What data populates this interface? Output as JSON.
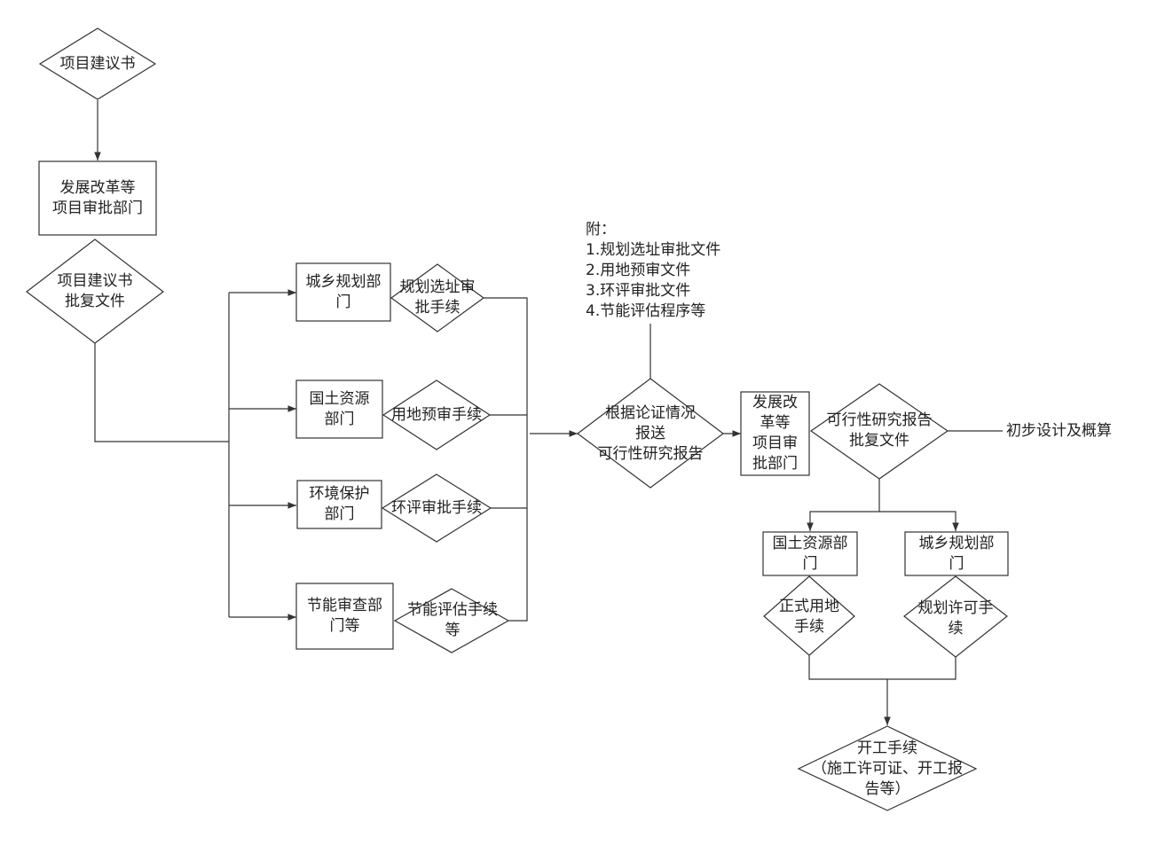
{
  "nodes": {
    "n_proposal": "项目建议书",
    "n_dev1": "发展改革等\n项目审批部门",
    "n_reply": "项目建议书\n批复文件",
    "n_urban1": "城乡规划部\n门",
    "n_site": "规划选址审\n批手续",
    "n_land1": "国土资源\n部门",
    "n_landpre": "用地预审手续",
    "n_env": "环境保护\n部门",
    "n_eia": "环评审批手续",
    "n_energy": "节能审查部\n门等",
    "n_energyeval": "节能评估手续\n等",
    "n_submit": "根据论证情况\n报送\n可行性研究报告",
    "n_dev2": "发展改\n革等\n项目审\n批部门",
    "n_feasreply": "可行性研究报告\n批复文件",
    "n_prelim": "初步设计及概算",
    "n_land2": "国土资源部\n门",
    "n_urban2": "城乡规划部\n门",
    "n_formal": "正式用地\n手续",
    "n_permit": "规划许可手\n续",
    "n_start": "开工手续\n（施工许可证、开工报\n告等）"
  },
  "note": "附：\n1.规划选址审批文件\n2.用地预审文件\n3.环评审批文件\n4.节能评估程序等",
  "colors": {
    "line": "#333333",
    "fill": "#ffffff",
    "text": "#222222"
  }
}
